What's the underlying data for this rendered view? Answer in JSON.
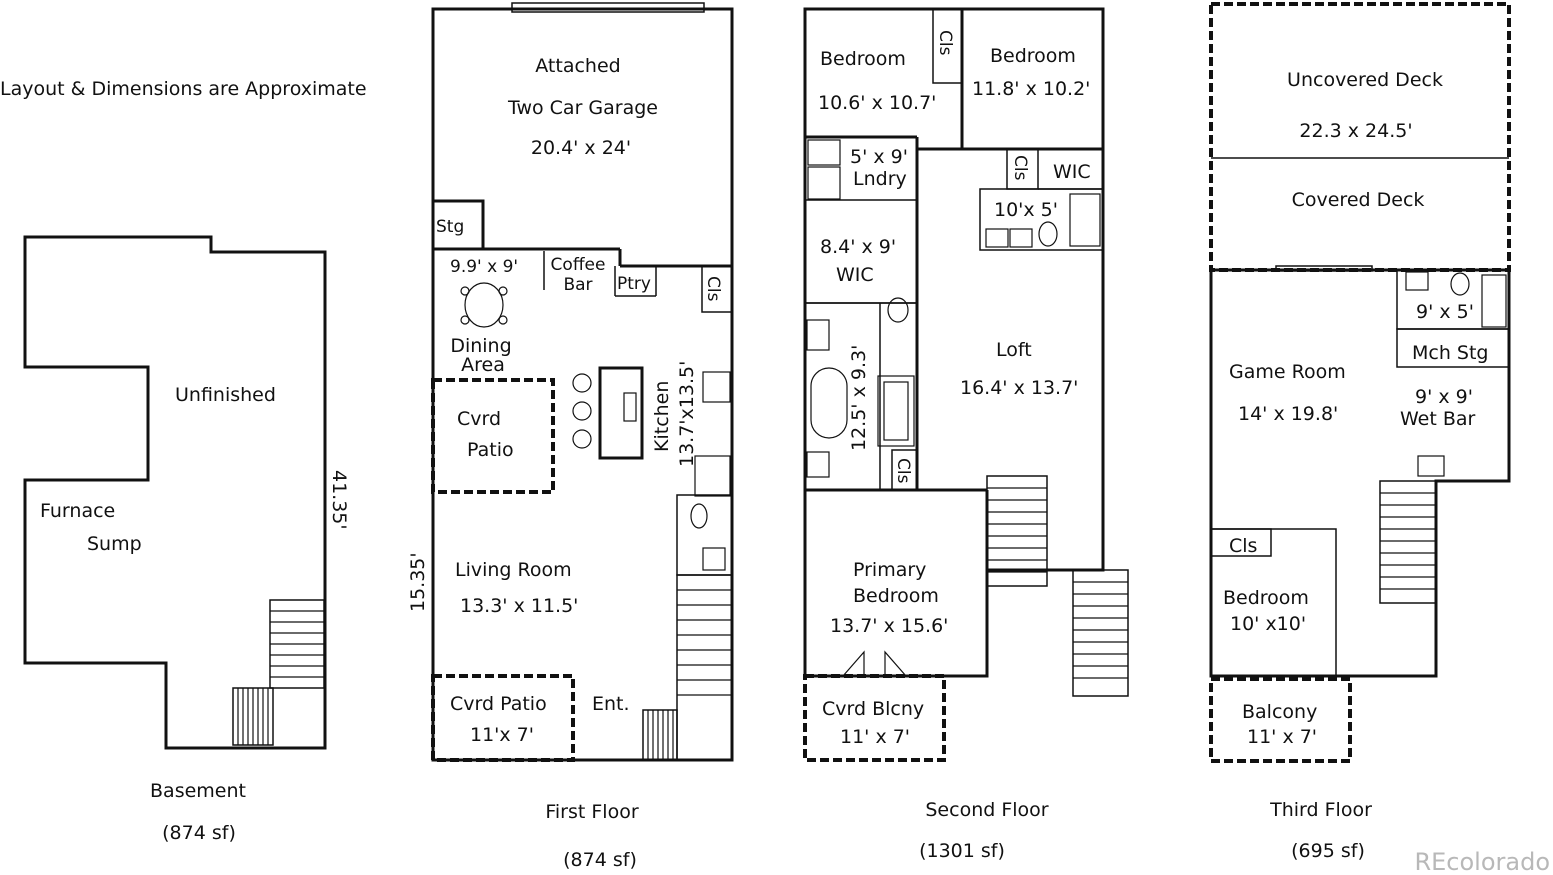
{
  "note": "Layout & Dimensions are Approximate",
  "watermark": "REcolorado",
  "basement": {
    "caption": "Basement",
    "area": "(874 sf)",
    "unfinished": "Unfinished",
    "furnace": "Furnace",
    "sump": "Sump",
    "dimension": "41.35'"
  },
  "first_floor": {
    "caption": "First Floor",
    "area": "(874 sf)",
    "garage_l1": "Attached",
    "garage_l2": "Two Car Garage",
    "garage_dim": "20.4' x 24'",
    "stg": "Stg",
    "dining_dim": "9.9' x 9'",
    "coffee_l1": "Coffee",
    "coffee_l2": "Bar",
    "pantry": "Ptry",
    "closet": "Cls",
    "dining_l1": "Dining",
    "dining_l2": "Area",
    "kitchen": "Kitchen",
    "kitchen_dim": "13.7'x13.5'",
    "cvrd_patio_l1": "Cvrd",
    "cvrd_patio_l2": "Patio",
    "living": "Living Room",
    "living_dim": "13.3' x 11.5'",
    "side_dim": "15.35'",
    "front_patio": "Cvrd Patio",
    "front_patio_dim": "11'x 7'",
    "entry": "Ent."
  },
  "second_floor": {
    "caption": "Second Floor",
    "area": "(1301 sf)",
    "bed1": "Bedroom",
    "bed1_dim": "10.6' x 10.7'",
    "cls_top": "Cls",
    "bed2": "Bedroom",
    "bed2_dim": "11.8' x 10.2'",
    "lndry_dim": "5' x 9'",
    "lndry": "Lndry",
    "cls_wic": "Cls",
    "wic_top": "WIC",
    "bath_dim": "10'x 5'",
    "wic_dim": "8.4' x 9'",
    "wic": "WIC",
    "loft": "Loft",
    "loft_dim": "16.4' x 13.7'",
    "pbath_dim": "12.5' x 9.3'",
    "cls_bath": "Cls",
    "primary_l1": "Primary",
    "primary_l2": "Bedroom",
    "primary_dim": "13.7' x 15.6'",
    "balcony": "Cvrd Blcny",
    "balcony_dim": "11' x 7'"
  },
  "third_floor": {
    "caption": "Third Floor",
    "area": "(695 sf)",
    "uncovered": "Uncovered Deck",
    "deck_dim": "22.3 x 24.5'",
    "covered": "Covered Deck",
    "bath_dim": "9' x 5'",
    "mech": "Mch Stg",
    "game": "Game Room",
    "game_dim": "14' x 19.8'",
    "wetbar_dim": "9' x 9'",
    "wetbar": "Wet Bar",
    "cls": "Cls",
    "bedroom": "Bedroom",
    "bedroom_dim": "10' x10'",
    "balcony": "Balcony",
    "balcony_dim": "11' x 7'"
  }
}
